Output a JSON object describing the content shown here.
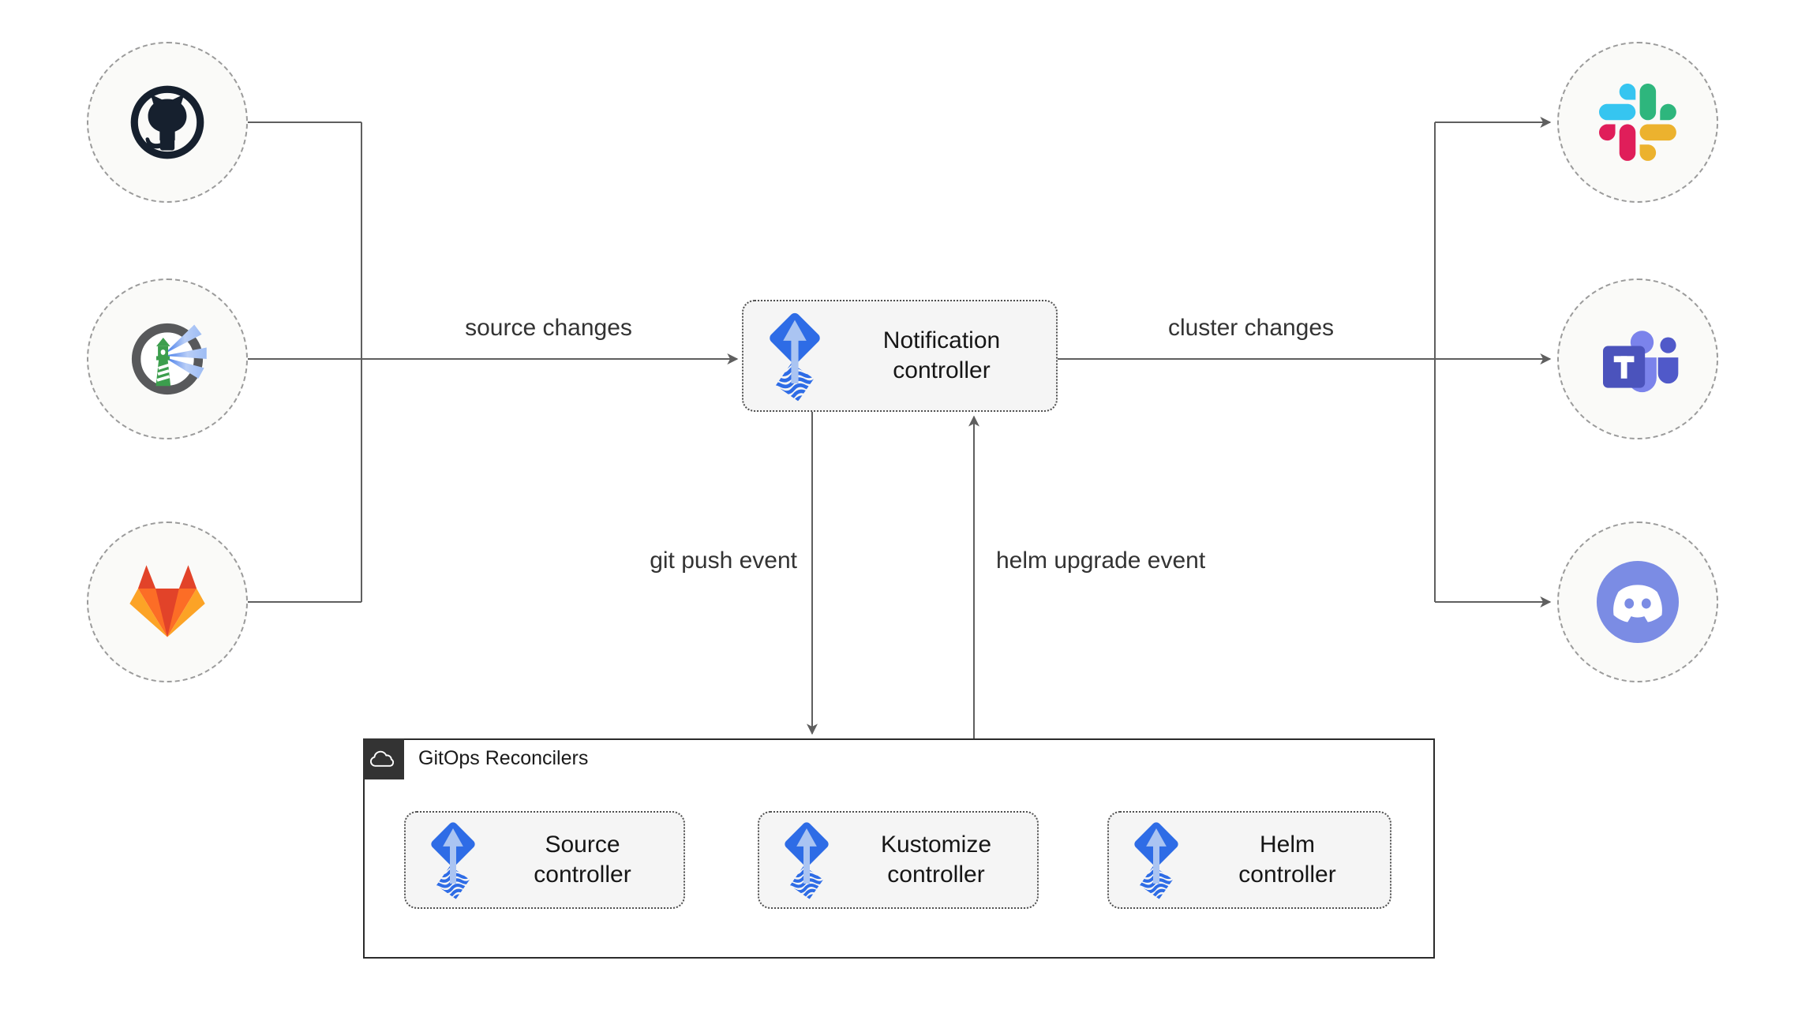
{
  "nodes": {
    "notification": {
      "label": "Notification\ncontroller"
    },
    "source": {
      "label": "Source\ncontroller"
    },
    "kustomize": {
      "label": "Kustomize\ncontroller"
    },
    "helm": {
      "label": "Helm\ncontroller"
    },
    "group": {
      "label": "GitOps Reconcilers"
    }
  },
  "sources": [
    {
      "id": "github",
      "icon": "github-icon"
    },
    {
      "id": "harbor",
      "icon": "harbor-icon"
    },
    {
      "id": "gitlab",
      "icon": "gitlab-icon"
    }
  ],
  "alert_targets": [
    {
      "id": "slack",
      "icon": "slack-icon"
    },
    {
      "id": "ms-teams",
      "icon": "ms-teams-icon"
    },
    {
      "id": "discord",
      "icon": "discord-icon"
    }
  ],
  "edges": {
    "source_changes": "source changes",
    "cluster_changes": "cluster changes",
    "git_push_event": "git push event",
    "helm_upgrade_event": "helm upgrade event"
  },
  "colors": {
    "flux_blue": "#2e6ce6",
    "flux_arrow_light": "#aac4f2",
    "connector_gray": "#5f5f5f",
    "node_fill": "#f5f5f5",
    "circle_fill": "#fafaf8",
    "group_border": "#2b2b2b",
    "badge_dark": "#333333",
    "github_ink": "#16202e",
    "harbor_ring": "#58595b",
    "harbor_green": "#3c9e4d",
    "harbor_beam": "#3671e8",
    "gitlab_red": "#e24329",
    "gitlab_orange": "#fc6d26",
    "gitlab_amber": "#fca326",
    "slack_blue": "#36C5F0",
    "slack_green": "#2EB67D",
    "slack_yellow": "#ECB22E",
    "slack_red": "#E01E5A",
    "teams_dark": "#4b53bc",
    "teams_mid": "#5059c9",
    "teams_light": "#7b83eb",
    "discord_blurple": "#7b8ce4"
  }
}
